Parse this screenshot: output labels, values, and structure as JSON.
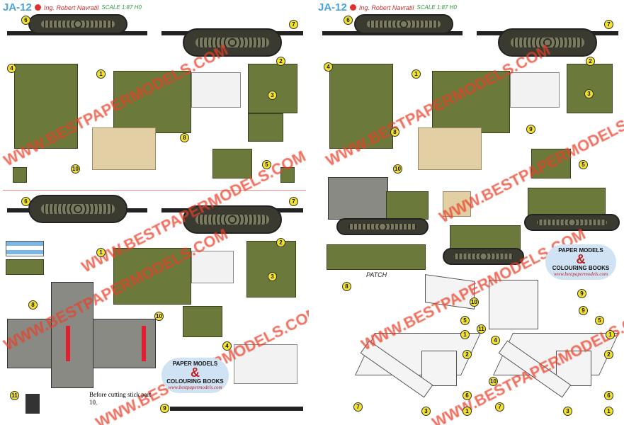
{
  "header": {
    "code": "JA-12",
    "author": "Ing. Robert Navratil",
    "scale": "SCALE 1:87 H0"
  },
  "watermark": "WWW.BESTPAPERMODELS.COM",
  "logo": {
    "line1": "PAPER MODELS",
    "amp": "&",
    "line2": "COLOURING BOOKS",
    "url": "www.bestpapermodels.com"
  },
  "note": "Before cutting stick part 10.",
  "patch_label": "PATCH",
  "colors": {
    "olive": "#6b7a3a",
    "watermark": "#e8402a",
    "code": "#4aa3df",
    "marker": "#f2e22a"
  },
  "left_parts": [
    "6",
    "7",
    "4",
    "1",
    "2",
    "3",
    "8",
    "10",
    "5",
    "6",
    "7",
    "1",
    "2",
    "3",
    "8",
    "10",
    "4",
    "11",
    "9"
  ],
  "right_parts": [
    "6",
    "7",
    "4",
    "1",
    "2",
    "3",
    "9",
    "8",
    "10",
    "5",
    "8",
    "10",
    "9",
    "9",
    "11",
    "4",
    "5",
    "1",
    "2",
    "6",
    "7",
    "3",
    "1",
    "10",
    "5",
    "1",
    "2",
    "6",
    "7",
    "3",
    "1"
  ]
}
